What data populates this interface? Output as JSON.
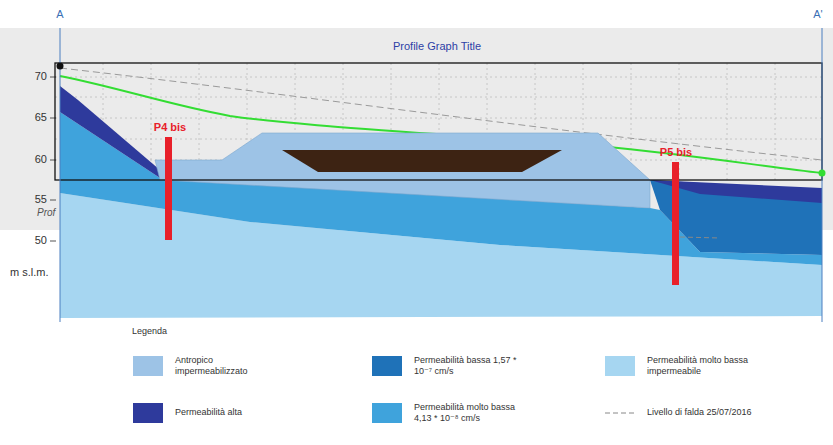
{
  "diagram": {
    "title": "Profile Graph Title",
    "labels": [
      "A",
      "A'",
      "70",
      "65",
      "60",
      "55",
      "50",
      "Prof",
      "m s.l.m.",
      "P4 bis",
      "P5 bis",
      "Legenda"
    ],
    "legend": [
      {
        "text": "Antropico impermeabilizzato",
        "color": "#9dc3e6"
      },
      {
        "text": "Permeabilità bassa 1,57 * 10⁻⁷ cm/s",
        "color": "#1f72b8"
      },
      {
        "text": "Permeabilità molto bassa impermeabile",
        "color": "#a6d6f1"
      },
      {
        "text": "Permeabilità alta",
        "color": "#2e3a9c"
      },
      {
        "text": "Permeabilità molto bassa 4,13 * 10⁻⁸ cm/s",
        "color": "#3fa3dc"
      },
      {
        "text": "Livello di falda 25/07/2016"
      }
    ]
  }
}
